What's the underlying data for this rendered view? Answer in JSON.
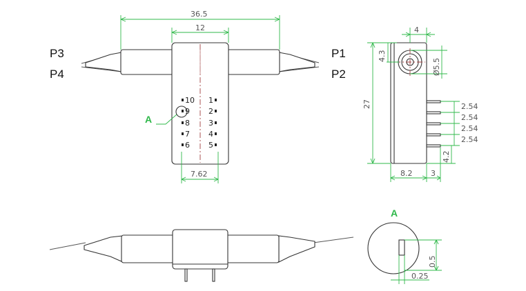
{
  "ports": {
    "p1": "P1",
    "p2": "P2",
    "p3": "P3",
    "p4": "P4"
  },
  "callout": {
    "label": "A",
    "detail_label": "A"
  },
  "pins": {
    "left": [
      "10",
      "9",
      "8",
      "7",
      "6"
    ],
    "right": [
      "1",
      "2",
      "3",
      "4",
      "5"
    ]
  },
  "dimensions": {
    "overall_length": "36.5",
    "body_width": "12",
    "pin_row_spacing": "7.62",
    "side_top_width": "4",
    "side_offset": "4.3",
    "side_diameter": "Ø5.5",
    "side_height": "27",
    "pin_pitch": [
      "2.54",
      "2.54",
      "2.54",
      "2.54"
    ],
    "pin_bottom_offset": "4.2",
    "side_body_depth": "8.2",
    "pin_length": "3",
    "detail_pin_height": "0.5",
    "detail_pin_width": "0.25"
  },
  "colors": {
    "dimension": "#2fb84a",
    "outline": "#333333",
    "centerline": "#a04040"
  }
}
